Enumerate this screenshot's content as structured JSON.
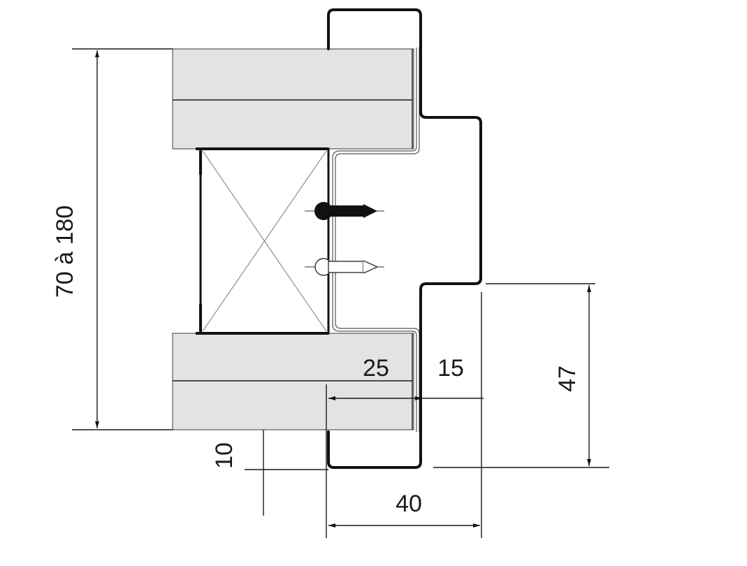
{
  "dimensions": {
    "total_width": "70  à 180",
    "overlap": "25",
    "offset": "15",
    "depth": "47",
    "margin": "10",
    "frame": "40"
  },
  "colors": {
    "panel_fill": "#e4e3e3",
    "line": "#111111"
  },
  "icons": [
    "screw-icon",
    "screw-outline-icon",
    "stud-cross-icon"
  ]
}
